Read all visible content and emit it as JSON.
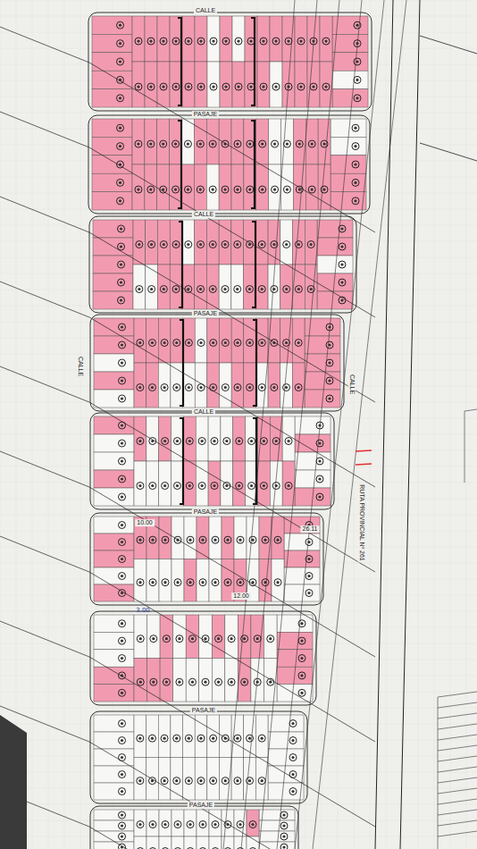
{
  "diagram": {
    "labels": [
      "CALLE",
      "PASAJE",
      "CALLE",
      "PASAJE",
      "CALLE",
      "PASAJE",
      "PASAJE",
      "PASAJE",
      "CALLE",
      "CALLE",
      "RUTA PROVINCIAL Nº 261",
      "3.00",
      "26.11",
      "10.00",
      "12.00"
    ]
  }
}
